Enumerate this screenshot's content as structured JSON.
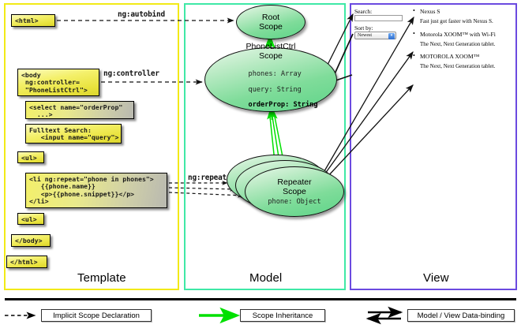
{
  "panels": {
    "template": {
      "label": "Template",
      "border_color": "#f2ea17"
    },
    "model": {
      "label": "Model",
      "border_color": "#3fe8a6"
    },
    "view": {
      "label": "View",
      "border_color": "#6b4ae0"
    }
  },
  "template_code": {
    "html_open": "<html>",
    "body_open": "<body\n ng:controller=\n \"PhoneListCtrl\">",
    "select": "<select name=\"orderProp\"\n  ...>",
    "search": "Fulltext Search:\n   <input name=\"query\">",
    "ul_open": "<ul>",
    "li_repeat": "<li ng:repeat=\"phone in phones\">\n   {{phone.name}}\n   <p>{{phone.snippet}}</p>\n</li>",
    "ul_close": "<ul>",
    "body_close": "</body>",
    "html_close": "</html>"
  },
  "edge_labels": {
    "autobind": "ng:autobind",
    "controller": "ng:controller",
    "repeat": "ng:repeat"
  },
  "model_scopes": {
    "root": {
      "title_line1": "Root",
      "title_line2": "Scope"
    },
    "ctrl": {
      "title_line1": "PhoneListCtrl",
      "title_line2": "Scope",
      "props": [
        {
          "text": "phones: Array",
          "bold": false
        },
        {
          "text": "query: String",
          "bold": false
        },
        {
          "text": "orderProp: String",
          "bold": true
        }
      ]
    },
    "repeater": {
      "title_line1": "Repeater",
      "title_line2": "Scope",
      "props": [
        {
          "text": "phone: Object",
          "bold": false
        }
      ],
      "stack_count": 3
    }
  },
  "view": {
    "search_label": "Search:",
    "search_value": "",
    "sort_label": "Sort by:",
    "sort_selected": "Newest",
    "phones": [
      {
        "name": "Nexus S",
        "snippet": "Fast just got faster with Nexus S."
      },
      {
        "name": "Motorola XOOM™  with Wi-Fi",
        "snippet": "The Next, Next Generation tablet."
      },
      {
        "name": "MOTOROLA XOOM™",
        "snippet": "The Next, Next Generation tablet."
      }
    ]
  },
  "legend": {
    "items": [
      {
        "label": "Implicit Scope Declaration",
        "style": "dashed-arrow",
        "color": "#000000"
      },
      {
        "label": "Scope Inheritance",
        "style": "solid-arrow",
        "color": "#00e000"
      },
      {
        "label": "Model / View Data-binding",
        "style": "double-arrow",
        "color": "#000000"
      }
    ]
  },
  "colors": {
    "scope_green": "#5ed488",
    "inherit_green": "#00e000",
    "code_yellow": "#e8e23c",
    "arrow_black": "#1a1a1a"
  }
}
